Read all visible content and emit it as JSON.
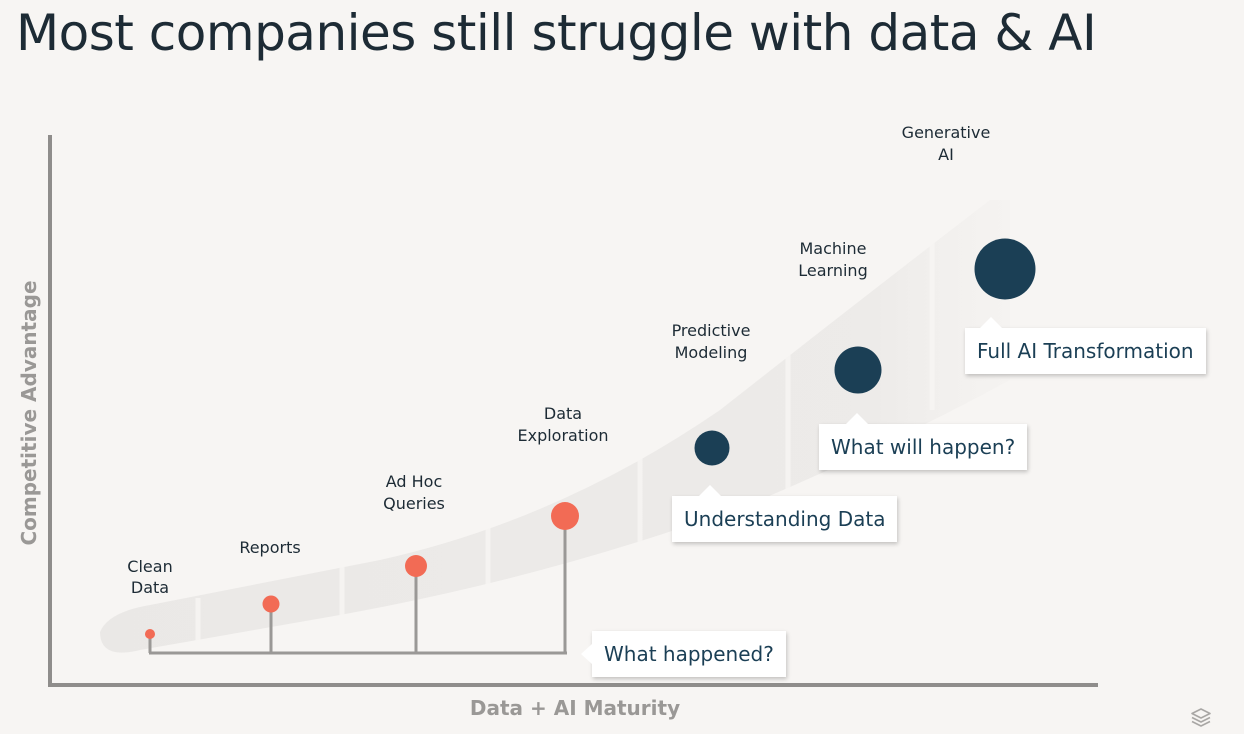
{
  "slide": {
    "title": "Most companies still struggle with data & AI",
    "x_axis_label": "Data + AI Maturity",
    "y_axis_label": "Competitive Advantage"
  },
  "colors": {
    "title": "#1d2b35",
    "axis": "#8f8d8b",
    "axis_label": "#9a9896",
    "descriptive_dot": "#f26b55",
    "predictive_dot": "#1b3f55",
    "callout_text": "#1b3f55",
    "background": "#f7f5f3"
  },
  "stages": [
    {
      "id": "clean-data",
      "line1": "Clean",
      "line2": "Data",
      "level": "descriptive"
    },
    {
      "id": "reports",
      "line1": "Reports",
      "line2": "",
      "level": "descriptive"
    },
    {
      "id": "ad-hoc-queries",
      "line1": "Ad Hoc",
      "line2": "Queries",
      "level": "descriptive"
    },
    {
      "id": "data-exploration",
      "line1": "Data",
      "line2": "Exploration",
      "level": "descriptive"
    },
    {
      "id": "predictive-modeling",
      "line1": "Predictive",
      "line2": "Modeling",
      "level": "predictive"
    },
    {
      "id": "machine-learning",
      "line1": "Machine",
      "line2": "Learning",
      "level": "predictive"
    },
    {
      "id": "generative-ai",
      "line1": "Generative",
      "line2": "AI",
      "level": "predictive"
    }
  ],
  "callouts": {
    "what_happened": "What happened?",
    "understanding_data": "Understanding Data",
    "what_will_happen": "What will happen?",
    "full_ai": "Full AI Transformation"
  },
  "icons": {
    "logo": "databricks-layers-icon"
  }
}
